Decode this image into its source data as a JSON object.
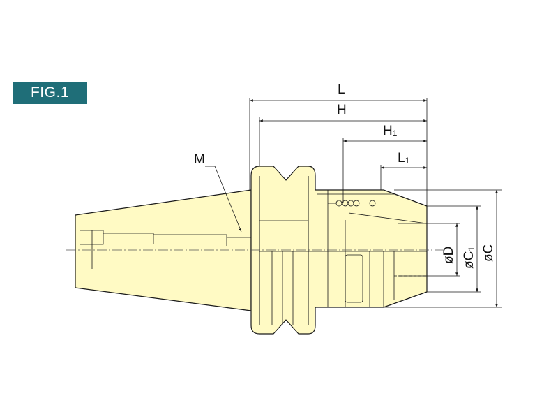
{
  "figure": {
    "label": "FIG.1",
    "badge_color": "#1f6e78",
    "body_color": "#fffac4"
  },
  "dimensions": {
    "L": "L",
    "H": "H",
    "H1": {
      "base": "H",
      "sub": "1"
    },
    "L1": {
      "base": "L",
      "sub": "1"
    },
    "D": "øD",
    "C1": {
      "base": "øC",
      "sub": "1"
    },
    "C": "øC"
  },
  "callouts": {
    "M": "M"
  }
}
